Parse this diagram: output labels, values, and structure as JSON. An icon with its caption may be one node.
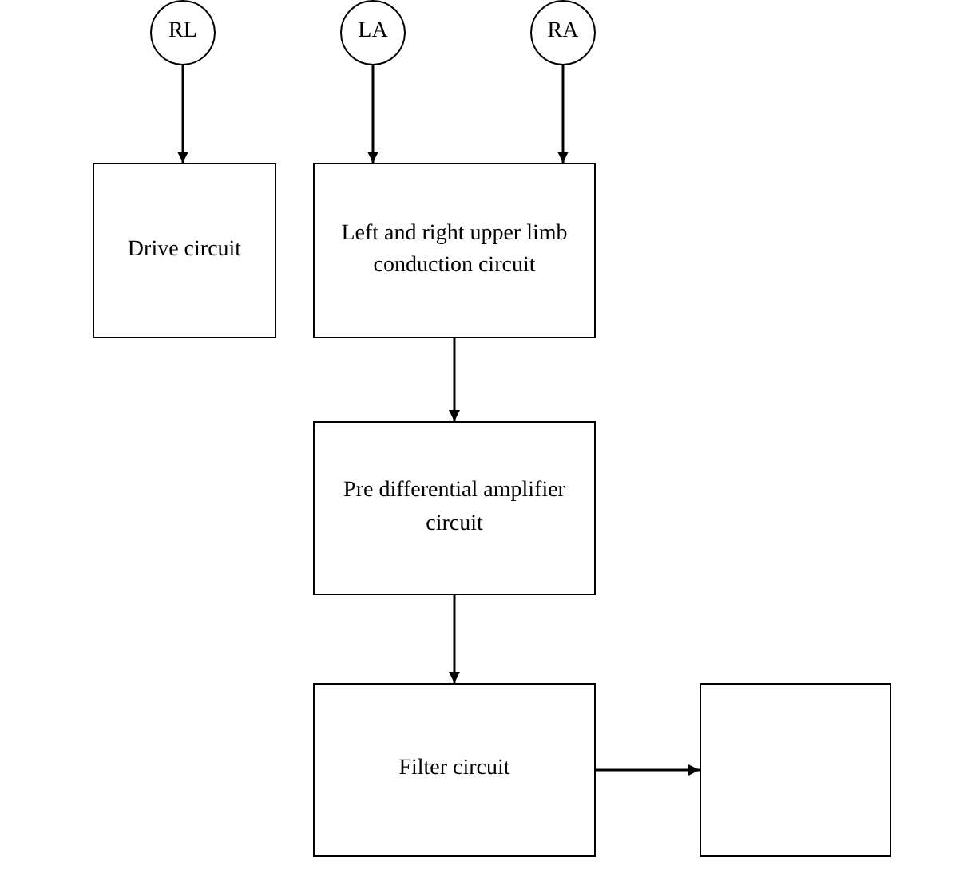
{
  "diagram": {
    "nodes": [
      {
        "text": [
          "RL"
        ]
      },
      {
        "text": [
          "LA"
        ]
      },
      {
        "text": [
          "RA"
        ]
      },
      {
        "text": [
          "Drive circuit"
        ]
      },
      {
        "text": [
          "Left and right upper limb conduction circuit"
        ]
      },
      {
        "text": [
          "Pre differential amplifier circuit"
        ]
      },
      {
        "text": [
          "Filter circuit"
        ]
      },
      {
        "text": [],
        "shape": "box"
      }
    ],
    "edges": [
      {
        "from": 0,
        "to": 3,
        "arrow": "to"
      },
      {
        "from": 1,
        "to": 4,
        "arrow": "to"
      },
      {
        "from": 2,
        "to": 4,
        "arrow": "to"
      },
      {
        "from": 4,
        "to": 5,
        "arrow": "to"
      },
      {
        "from": 5,
        "to": 6,
        "arrow": "to"
      },
      {
        "from": 6,
        "to": 7,
        "arrow": "to"
      }
    ]
  }
}
